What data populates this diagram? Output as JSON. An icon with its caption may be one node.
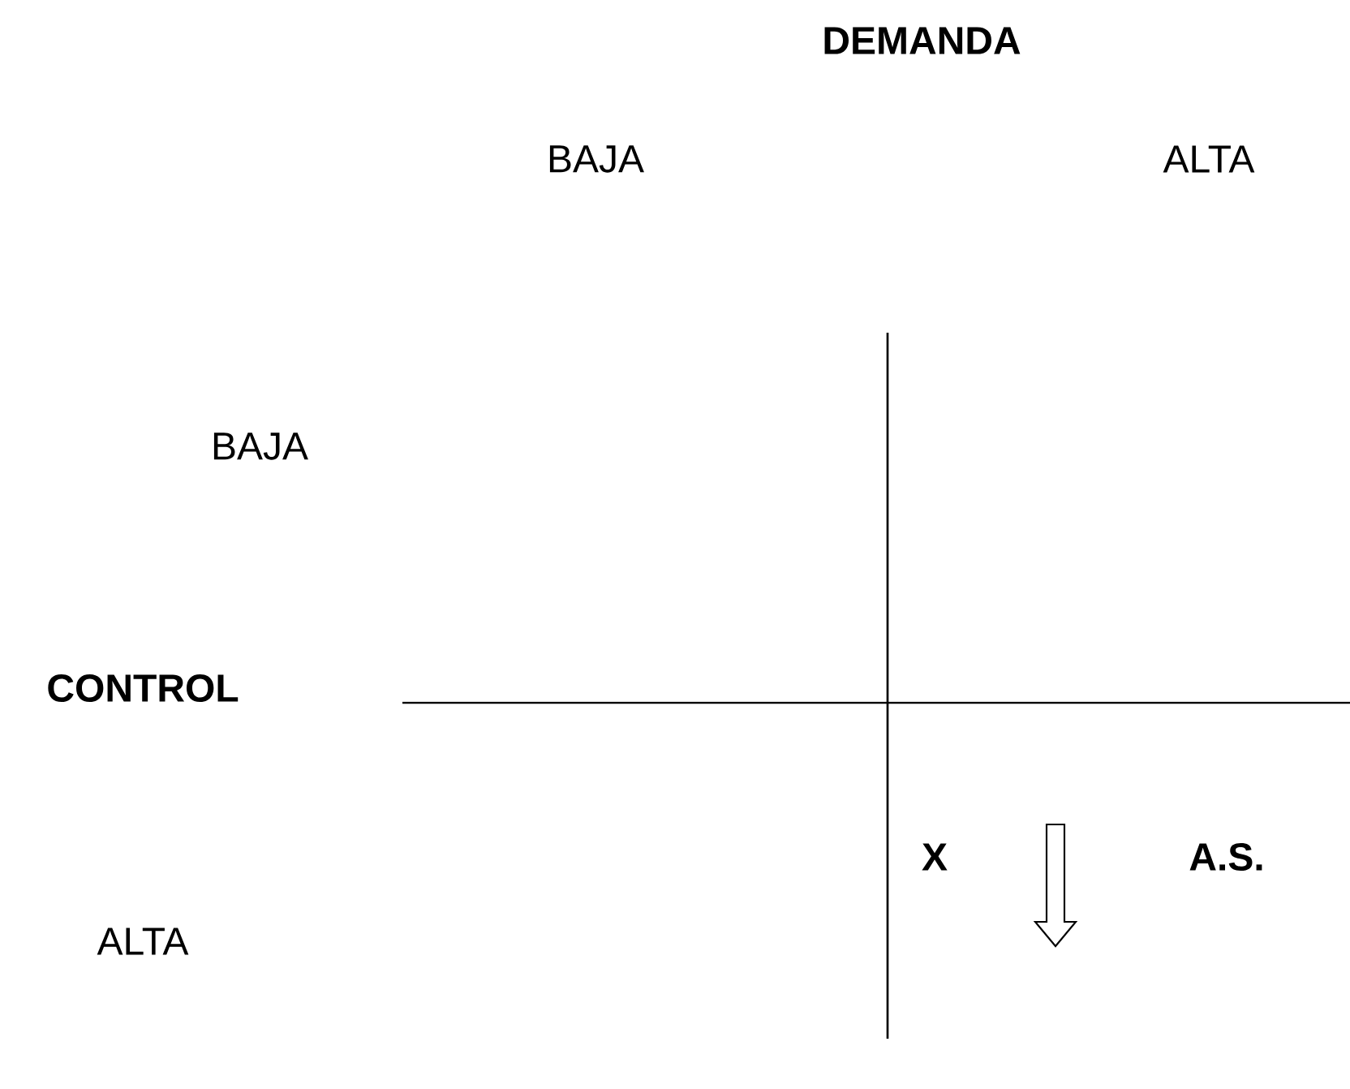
{
  "diagram": {
    "title": "DEMANDA",
    "labels": [
      "BAJA",
      "ALTA",
      "BAJA",
      "CONTROL",
      "X",
      "A.S.",
      "ALTA"
    ]
  }
}
